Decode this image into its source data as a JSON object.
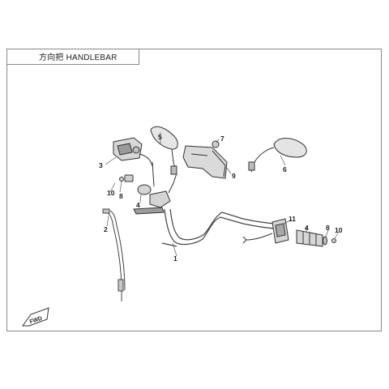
{
  "title": "方向把 HANDLEBAR",
  "callouts": [
    {
      "id": "1",
      "label": "1"
    },
    {
      "id": "2",
      "label": "2"
    },
    {
      "id": "3",
      "label": "3"
    },
    {
      "id": "4a",
      "label": "4"
    },
    {
      "id": "4b",
      "label": "4"
    },
    {
      "id": "5",
      "label": "5"
    },
    {
      "id": "6",
      "label": "6"
    },
    {
      "id": "7",
      "label": "7"
    },
    {
      "id": "8a",
      "label": "8"
    },
    {
      "id": "8b",
      "label": "8"
    },
    {
      "id": "9",
      "label": "9"
    },
    {
      "id": "10a",
      "label": "10"
    },
    {
      "id": "10b",
      "label": "10"
    },
    {
      "id": "11",
      "label": "11"
    }
  ],
  "direction_badge": {
    "icon": "fwd-arrow-icon",
    "label": "FWD"
  }
}
